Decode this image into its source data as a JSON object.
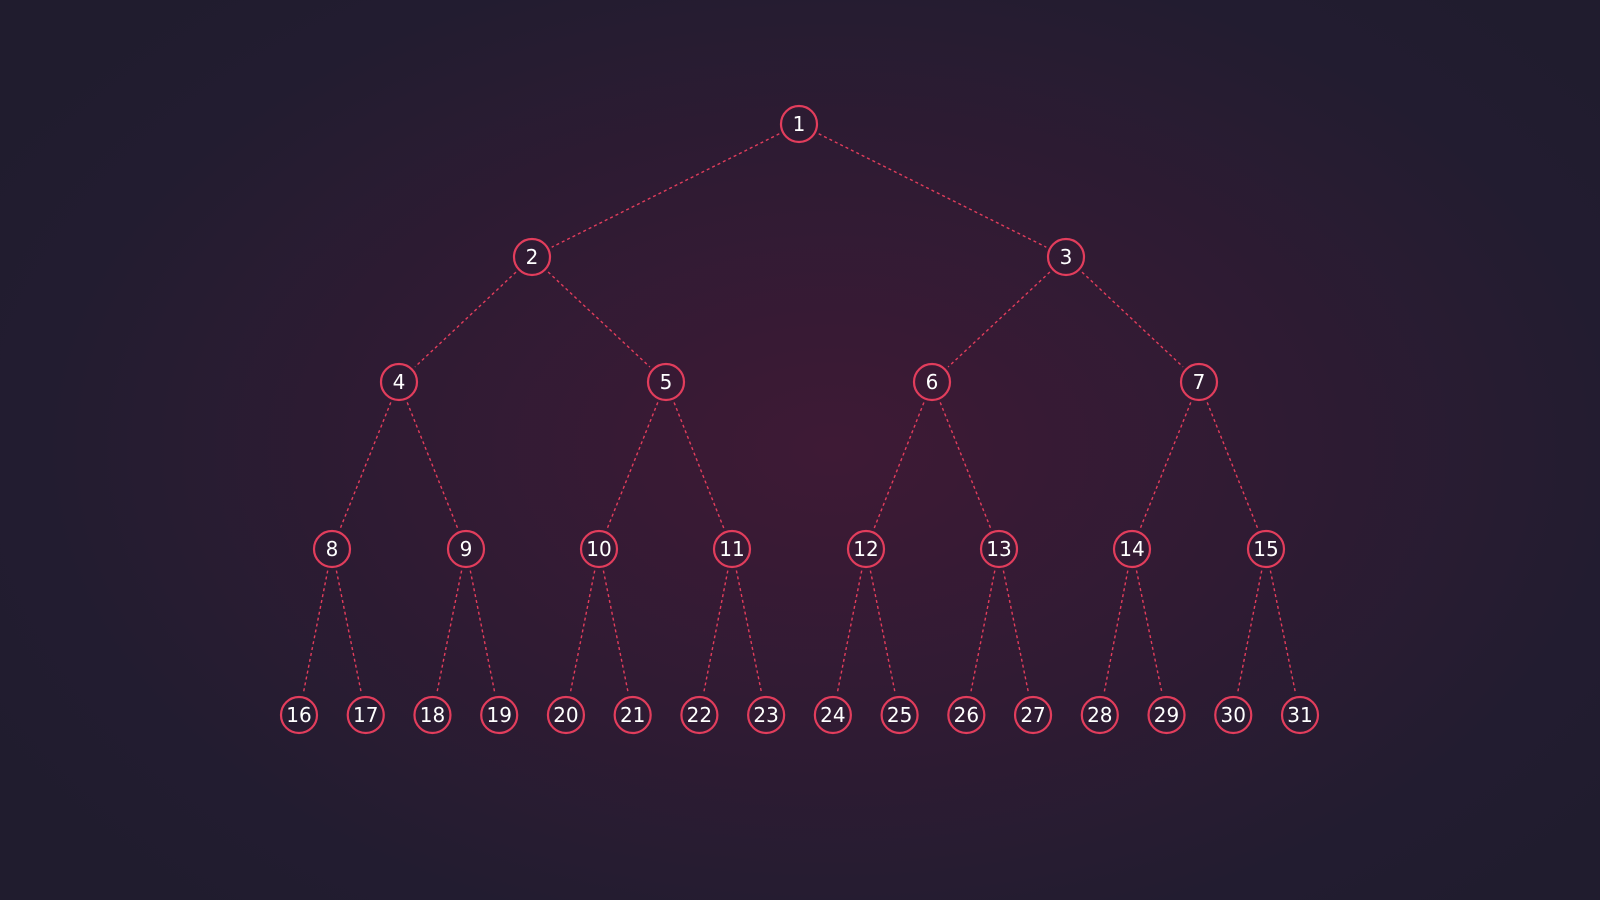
{
  "theme": {
    "background": "#2a1b31",
    "node_stroke": "#e23d5c",
    "edge_color": "#e23d5c",
    "label_color": "#ffffff"
  },
  "tree": {
    "type": "complete-binary-tree",
    "levels": 5,
    "nodes": [
      "1",
      "2",
      "3",
      "4",
      "5",
      "6",
      "7",
      "8",
      "9",
      "10",
      "11",
      "12",
      "13",
      "14",
      "15",
      "16",
      "17",
      "18",
      "19",
      "20",
      "21",
      "22",
      "23",
      "24",
      "25",
      "26",
      "27",
      "28",
      "29",
      "30",
      "31"
    ],
    "edges": [
      [
        "1",
        "2"
      ],
      [
        "1",
        "3"
      ],
      [
        "2",
        "4"
      ],
      [
        "2",
        "5"
      ],
      [
        "3",
        "6"
      ],
      [
        "3",
        "7"
      ],
      [
        "4",
        "8"
      ],
      [
        "4",
        "9"
      ],
      [
        "5",
        "10"
      ],
      [
        "5",
        "11"
      ],
      [
        "6",
        "12"
      ],
      [
        "6",
        "13"
      ],
      [
        "7",
        "14"
      ],
      [
        "7",
        "15"
      ],
      [
        "8",
        "16"
      ],
      [
        "8",
        "17"
      ],
      [
        "9",
        "18"
      ],
      [
        "9",
        "19"
      ],
      [
        "10",
        "20"
      ],
      [
        "10",
        "21"
      ],
      [
        "11",
        "22"
      ],
      [
        "11",
        "23"
      ],
      [
        "12",
        "24"
      ],
      [
        "12",
        "25"
      ],
      [
        "13",
        "26"
      ],
      [
        "13",
        "27"
      ],
      [
        "14",
        "28"
      ],
      [
        "14",
        "29"
      ],
      [
        "15",
        "30"
      ],
      [
        "15",
        "31"
      ]
    ]
  }
}
